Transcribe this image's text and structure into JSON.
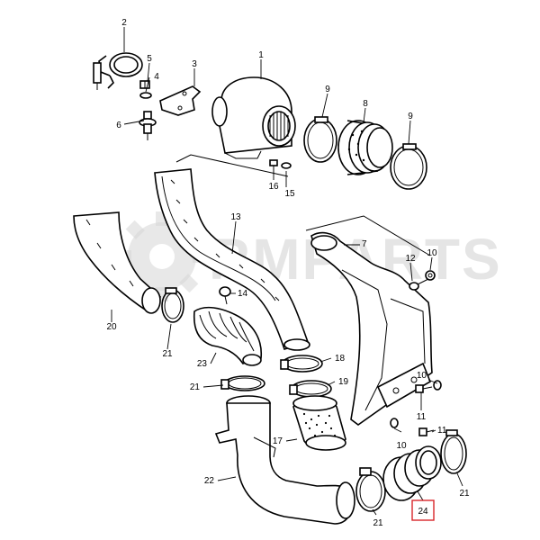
{
  "watermark": {
    "text": "RMPARTS"
  },
  "highlight": {
    "part": "24",
    "color": "#d9262b"
  },
  "callouts": [
    {
      "id": "c1",
      "label": "1"
    },
    {
      "id": "c2",
      "label": "2"
    },
    {
      "id": "c3",
      "label": "3"
    },
    {
      "id": "c4",
      "label": "4"
    },
    {
      "id": "c5",
      "label": "5"
    },
    {
      "id": "c6",
      "label": "6"
    },
    {
      "id": "c7",
      "label": "7"
    },
    {
      "id": "c8",
      "label": "8"
    },
    {
      "id": "c9a",
      "label": "9"
    },
    {
      "id": "c9b",
      "label": "9"
    },
    {
      "id": "c10a",
      "label": "10"
    },
    {
      "id": "c10b",
      "label": "10"
    },
    {
      "id": "c11a",
      "label": "11"
    },
    {
      "id": "c11b",
      "label": "11"
    },
    {
      "id": "c12",
      "label": "12"
    },
    {
      "id": "c13",
      "label": "13"
    },
    {
      "id": "c14",
      "label": "14"
    },
    {
      "id": "c15",
      "label": "15"
    },
    {
      "id": "c16",
      "label": "16"
    },
    {
      "id": "c17",
      "label": "17"
    },
    {
      "id": "c18",
      "label": "18"
    },
    {
      "id": "c19",
      "label": "19"
    },
    {
      "id": "c20",
      "label": "20"
    },
    {
      "id": "c21a",
      "label": "21"
    },
    {
      "id": "c21b",
      "label": "21"
    },
    {
      "id": "c21c",
      "label": "21"
    },
    {
      "id": "c21d",
      "label": "21"
    },
    {
      "id": "c22",
      "label": "22"
    },
    {
      "id": "c23",
      "label": "23"
    },
    {
      "id": "c24",
      "label": "24"
    }
  ]
}
